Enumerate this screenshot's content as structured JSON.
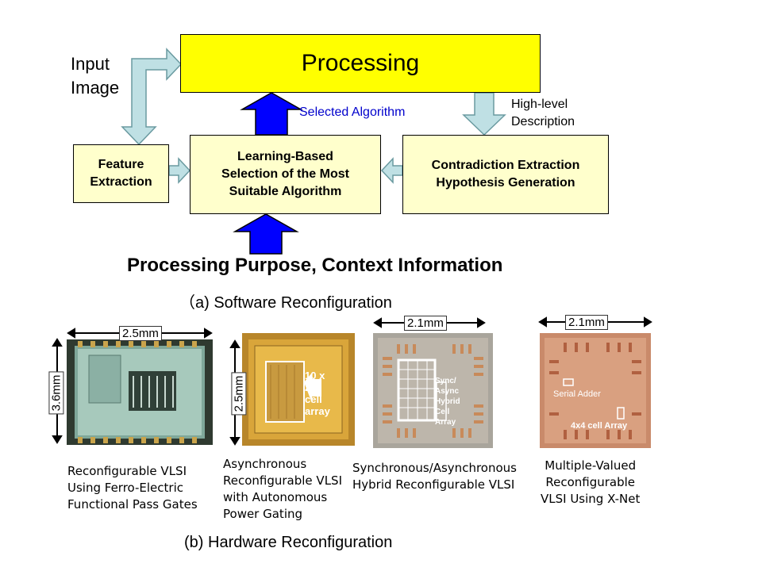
{
  "software": {
    "processing": "Processing",
    "input_image": "Input\nImage",
    "selected_algorithm": "Selected Algorithm",
    "high_level": "High-level\nDescription",
    "feature_extraction": "Feature\nExtraction",
    "learning_selection": "Learning-Based\nSelection  of  the Most\nSuitable Algorithm",
    "contradiction": "Contradiction Extraction\nHypothesis Generation",
    "purpose": "Processing Purpose, Context Information",
    "caption": "（a) Software Reconfiguration"
  },
  "hardware": {
    "caption": "(b) Hardware Reconfiguration",
    "chips": [
      {
        "width_label": "2.5mm",
        "height_label": "3.6mm",
        "caption": "Reconfigurable  VLSI\nUsing   Ferro-Electric\nFunctional Pass Gates"
      },
      {
        "height_label": "2.5mm",
        "overlay": "10 x\n20\ncell\narray",
        "caption": "Asynchronous\nReconfigurable VLSI\nwith Autonomous\nPower Gating"
      },
      {
        "width_label": "2.1mm",
        "overlay": "Sync/\nAsync\nHybrid\nCell\nArray",
        "caption": "Synchronous/Asynchronous\nHybrid Reconfigurable VLSI"
      },
      {
        "width_label": "2.1mm",
        "overlay_serial": "Serial Adder",
        "overlay_array": "4x4 cell Array",
        "caption": "Multiple-Valued\n Reconfigurable\nVLSI Using X-Net"
      }
    ]
  },
  "colors": {
    "processing_fill": "#ffff00",
    "box_fill": "#ffffcc",
    "hollow_arrow_fill": "#bfe0e4",
    "solid_arrow_fill": "#0000ff",
    "selected_algorithm_text": "#0000cc"
  }
}
